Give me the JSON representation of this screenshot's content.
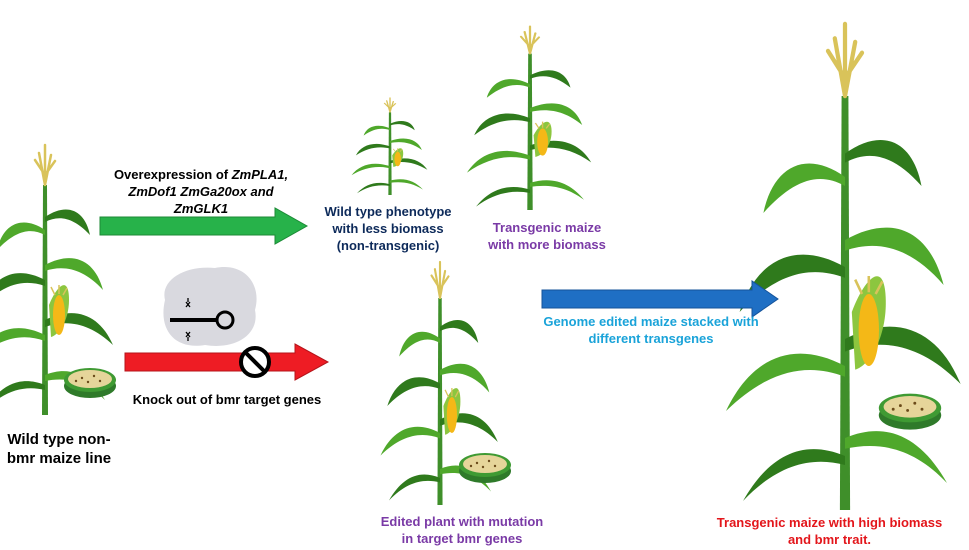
{
  "colors": {
    "green_arrow": "#27b24a",
    "red_arrow": "#ee1c24",
    "blue_arrow": "#1f6fc4",
    "stalk": "#3f8f2a",
    "leaf": "#4fa82b",
    "leaf_dark": "#2f7a1c",
    "cob": "#f4b817",
    "husk": "#8cc63f",
    "tassel": "#d9c35a",
    "dish_rim": "#2f7a2a",
    "dish_fill": "#e6d59a"
  },
  "labels": {
    "overexpression": {
      "line1_prefix": "Overexpression of ",
      "line1_gene": "ZmPLA1,",
      "line2": "ZmDof1  ZmGa20ox and",
      "line3": "ZmGLK1"
    },
    "knockout": "Knock out of bmr target genes",
    "wild_type_line": [
      "Wild type non-",
      "bmr maize line"
    ],
    "wild_type_phenotype": [
      "Wild type phenotype",
      "with less biomass",
      "(non-transgenic)"
    ],
    "transgenic_more": [
      "Transgenic maize",
      "with more biomass"
    ],
    "edited_plant": [
      "Edited plant with mutation",
      "in target bmr genes"
    ],
    "genome_edited": [
      "Genome edited maize stacked with",
      "different transgenes"
    ],
    "final": [
      "Transgenic maize with high biomass",
      "and bmr trait."
    ]
  },
  "icons": {
    "crispr": "crispr-scissors-icon",
    "block": "prohibition-icon",
    "petri": "petri-dish-icon",
    "plant": "maize-plant-icon"
  }
}
